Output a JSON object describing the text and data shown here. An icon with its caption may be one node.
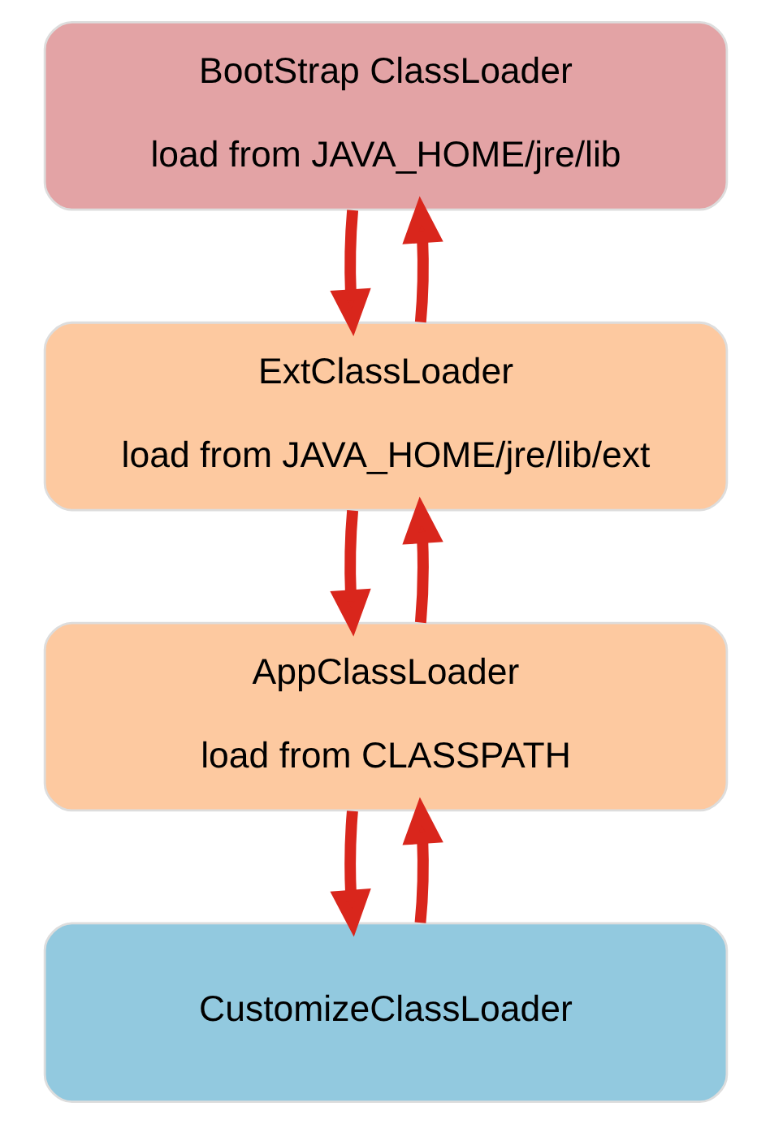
{
  "diagram": {
    "nodes": [
      {
        "text": [
          "BootStrap ClassLoader",
          "load from JAVA_HOME/jre/lib"
        ]
      },
      {
        "text": [
          "ExtClassLoader",
          "load from JAVA_HOME/jre/lib/ext"
        ]
      },
      {
        "text": [
          "AppClassLoader",
          "load from CLASSPATH"
        ]
      },
      {
        "text": [
          "CustomizeClassLoader"
        ]
      }
    ],
    "edges": [
      {
        "from": 1,
        "to": 0,
        "arrow": "to"
      },
      {
        "from": 0,
        "to": 1,
        "arrow": "to"
      },
      {
        "from": 2,
        "to": 1,
        "arrow": "to"
      },
      {
        "from": 1,
        "to": 2,
        "arrow": "to"
      },
      {
        "from": 3,
        "to": 2,
        "arrow": "to"
      },
      {
        "from": 2,
        "to": 3,
        "arrow": "to"
      }
    ]
  }
}
